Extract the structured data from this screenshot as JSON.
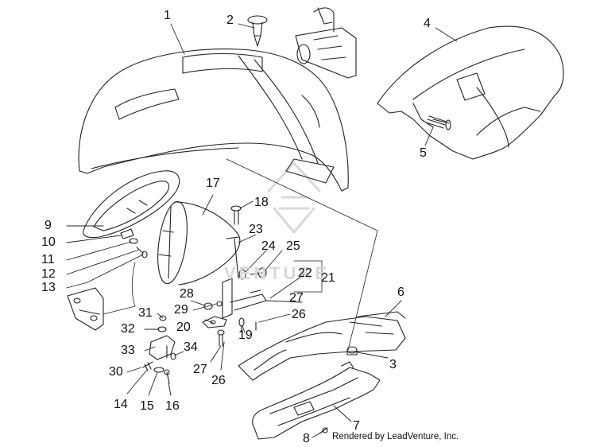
{
  "diagram": {
    "callouts": [
      "1",
      "2",
      "3",
      "4",
      "5",
      "6",
      "7",
      "8",
      "9",
      "10",
      "11",
      "12",
      "13",
      "14",
      "15",
      "16",
      "17",
      "18",
      "19",
      "20",
      "21",
      "22",
      "23",
      "24",
      "25",
      "26",
      "27",
      "27",
      "28",
      "29",
      "30",
      "31",
      "32",
      "33",
      "34"
    ],
    "watermark_text": "VENTURE",
    "credit": "Rendered by LeadVenture, Inc."
  }
}
